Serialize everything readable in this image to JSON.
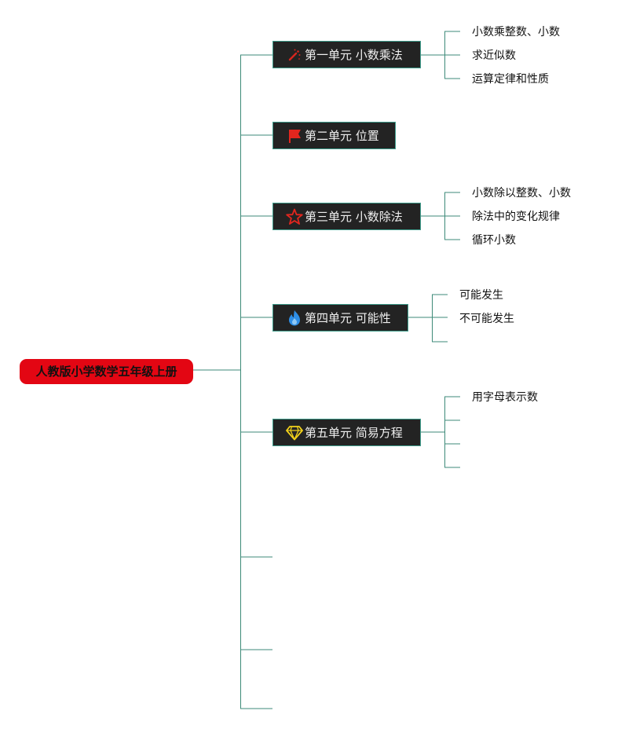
{
  "root": {
    "title": "人教版小学数学五年级上册"
  },
  "units": [
    {
      "label": "第一单元 小数乘法",
      "icon": "magic-wand-icon",
      "icon_color": "#d7261e",
      "topics": [
        "小数乘整数、小数",
        "求近似数",
        "运算定律和性质"
      ]
    },
    {
      "label": "第二单元 位置",
      "icon": "flag-icon",
      "icon_color": "#e3261e",
      "topics": []
    },
    {
      "label": "第三单元 小数除法",
      "icon": "star-icon",
      "icon_color": "#e3261e",
      "topics": [
        "小数除以整数、小数",
        "除法中的变化规律",
        "循环小数"
      ]
    },
    {
      "label": "第四单元 可能性",
      "icon": "flame-icon",
      "icon_color": "#2e8ee6",
      "topics": [
        "可能发生",
        "不可能发生",
        ""
      ]
    },
    {
      "label": "第五单元 简易方程",
      "icon": "diamond-icon",
      "icon_color": "#f2d21b",
      "topics": [
        "用字母表示数",
        "",
        "",
        ""
      ]
    }
  ],
  "colors": {
    "root_bg": "#e30613",
    "unit_bg": "#232323",
    "connector": "#3d8a78"
  }
}
